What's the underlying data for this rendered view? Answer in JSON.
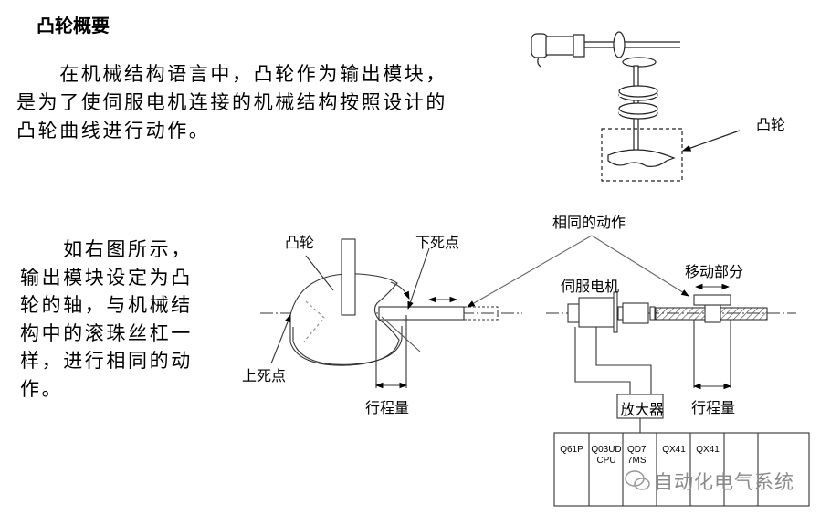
{
  "title": "凸轮概要",
  "paragraph1": [
    "　　在机械结构语言中，凸轮作为输出模块，",
    "是为了使伺服电机连接的机械结构按照设计的",
    "凸轮曲线进行动作。"
  ],
  "paragraph2": [
    "　　如右图所示，",
    "输出模块设定为凸",
    "轮的轴，与机械结",
    "构中的滚珠丝杠一",
    "样，进行相同的动",
    "作。"
  ],
  "top_diagram": {
    "cam_label": "凸轮"
  },
  "cam_diagram": {
    "cam_label": "凸轮",
    "bottom_dead_center": "下死点",
    "top_dead_center": "上死点",
    "stroke": "行程量"
  },
  "same_action_label": "相同的动作",
  "servo_diagram": {
    "servo_motor": "伺服电机",
    "moving_part": "移动部分",
    "stroke": "行程量",
    "amplifier": "放大器"
  },
  "plc_modules": [
    "Q61P",
    "Q03UD\nCPU",
    "QD7\n7MS",
    "QX41",
    "QX41",
    "",
    ""
  ],
  "watermark": "自动化电气系统"
}
